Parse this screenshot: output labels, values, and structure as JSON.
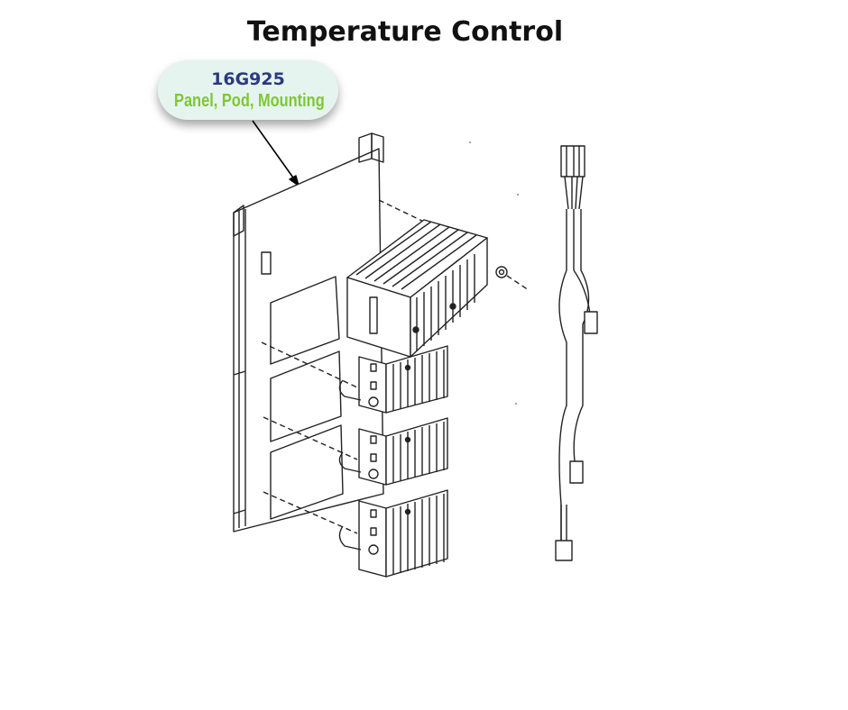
{
  "title": "Temperature Control",
  "callout": {
    "part_number": "16G925",
    "description": "Panel, Pod, Mounting"
  },
  "colors": {
    "part_number": "#2b3a80",
    "description": "#7dc832",
    "callout_bg": "#e6f4ef"
  }
}
